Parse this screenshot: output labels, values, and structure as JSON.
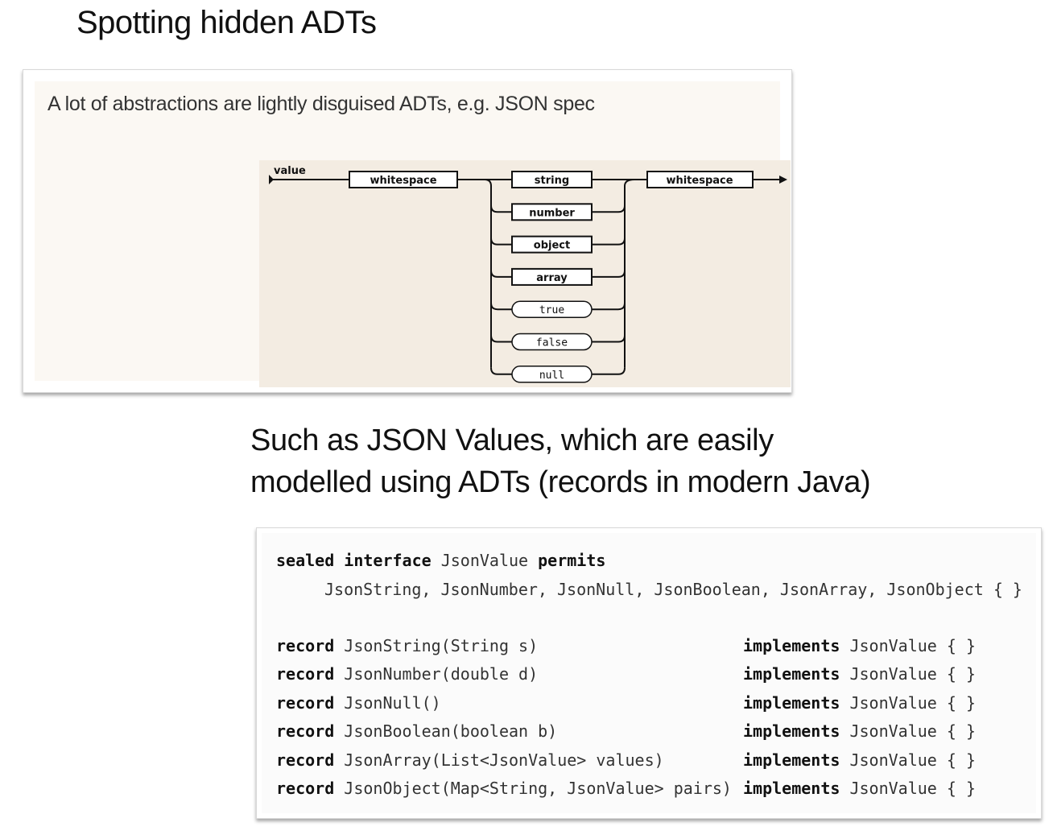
{
  "slide": {
    "title": "Spotting hidden ADTs",
    "subtitle_lines": [
      "Such as JSON Values, which are easily",
      "modelled using ADTs (records in modern Java)"
    ]
  },
  "grammar_panel": {
    "caption": "A lot of abstractions are lightly disguised ADTs, e.g. JSON spec",
    "diagram": {
      "entry_label": "value",
      "leading_node": "whitespace",
      "trailing_node": "whitespace",
      "alternatives": [
        {
          "label": "string",
          "kind": "rule"
        },
        {
          "label": "number",
          "kind": "rule"
        },
        {
          "label": "object",
          "kind": "rule"
        },
        {
          "label": "array",
          "kind": "rule"
        },
        {
          "label": "true",
          "kind": "literal"
        },
        {
          "label": "false",
          "kind": "literal"
        },
        {
          "label": "null",
          "kind": "literal"
        }
      ]
    }
  },
  "code_panel": {
    "interface_decl": {
      "kw1": "sealed",
      "kw2": "interface",
      "name": "JsonValue",
      "kw3": "permits",
      "permits_list": "JsonString, JsonNumber, JsonNull, JsonBoolean, JsonArray, JsonObject { }"
    },
    "records": [
      {
        "kw": "record",
        "sig": "JsonString(String s)",
        "impl_kw": "implements",
        "impl_rest": "JsonValue { }"
      },
      {
        "kw": "record",
        "sig": "JsonNumber(double d)",
        "impl_kw": "implements",
        "impl_rest": "JsonValue { }"
      },
      {
        "kw": "record",
        "sig": "JsonNull()",
        "impl_kw": "implements",
        "impl_rest": "JsonValue { }"
      },
      {
        "kw": "record",
        "sig": "JsonBoolean(boolean b)",
        "impl_kw": "implements",
        "impl_rest": "JsonValue { }"
      },
      {
        "kw": "record",
        "sig": "JsonArray(List<JsonValue> values)",
        "impl_kw": "implements",
        "impl_rest": "JsonValue { }"
      },
      {
        "kw": "record",
        "sig": "JsonObject(Map<String, JsonValue> pairs)",
        "impl_kw": "implements",
        "impl_rest": "JsonValue { }"
      }
    ]
  }
}
